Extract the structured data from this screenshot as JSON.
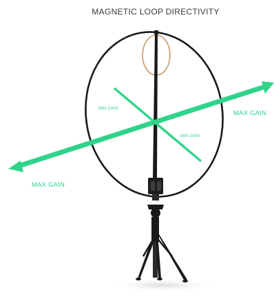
{
  "title": "MAGNETIC LOOP DIRECTIVITY",
  "labels": {
    "max_gain_right": "MAX GAIN",
    "max_gain_left": "MAX GAIN",
    "min_gain_top": "MIN GAIN",
    "min_gain_bottom": "MIN GAIN"
  },
  "colors": {
    "accent": "#2fd48a",
    "label": "#2fd48a",
    "loop": "#1a1a1a",
    "feed_loop": "#c9996a",
    "title": "#3a3a3a"
  }
}
